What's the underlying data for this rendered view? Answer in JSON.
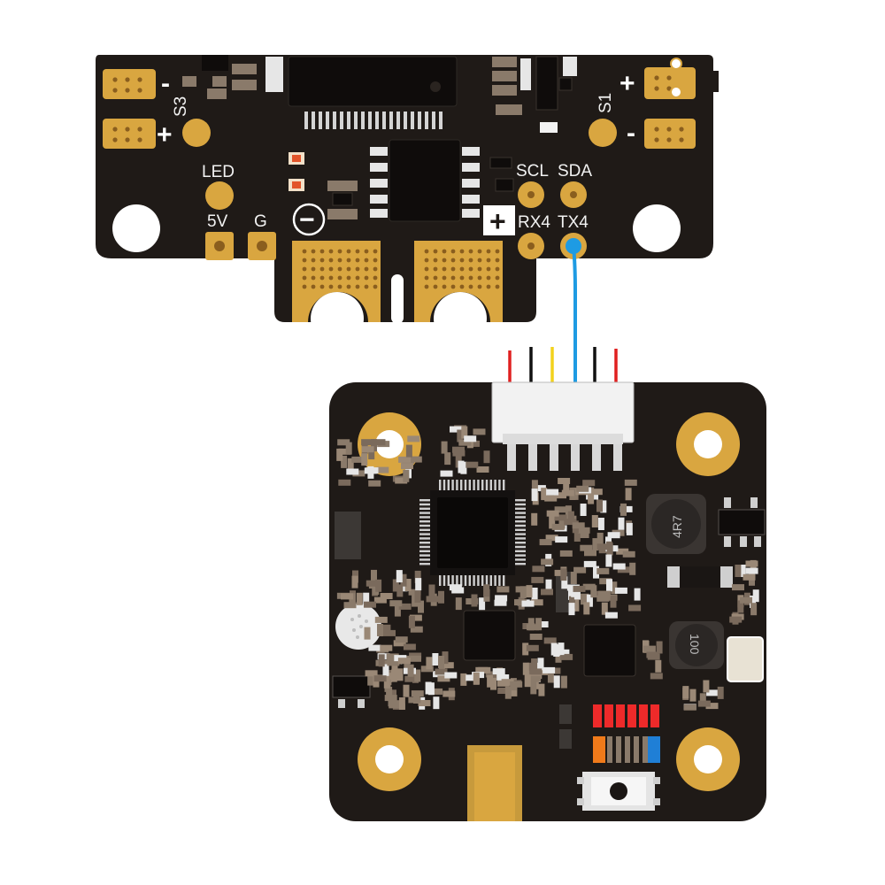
{
  "colors": {
    "board": "#1f1a17",
    "gold": "#d9a640",
    "gold_dark": "#b8862c",
    "hole": "#ffffff",
    "wire_signal": "#1e9be3",
    "wire_red": "#e02020",
    "wire_black": "#111111",
    "wire_yellow": "#f2d21c",
    "connector": "#f2f2f2",
    "led_red": "#ee2a2a",
    "led_orange": "#f07a1a",
    "led_blue": "#1f7fd6"
  },
  "pdb": {
    "label_s3": "S3",
    "label_s1": "S1",
    "label_led": "LED",
    "label_5v": "5V",
    "label_g": "G",
    "label_scl": "SCL",
    "label_sda": "SDA",
    "label_rx4": "RX4",
    "label_tx4": "TX4",
    "sign_plus_left": "+",
    "sign_minus_left": "-",
    "sign_plus_right": "+",
    "sign_minus_right": "-",
    "sign_battery_minus": "−",
    "sign_battery_plus": "+"
  },
  "module": {
    "inductor_1": "4R7",
    "inductor_2": "100"
  },
  "cable": {
    "wires": [
      "red",
      "black",
      "yellow",
      "blue",
      "black",
      "red"
    ]
  }
}
